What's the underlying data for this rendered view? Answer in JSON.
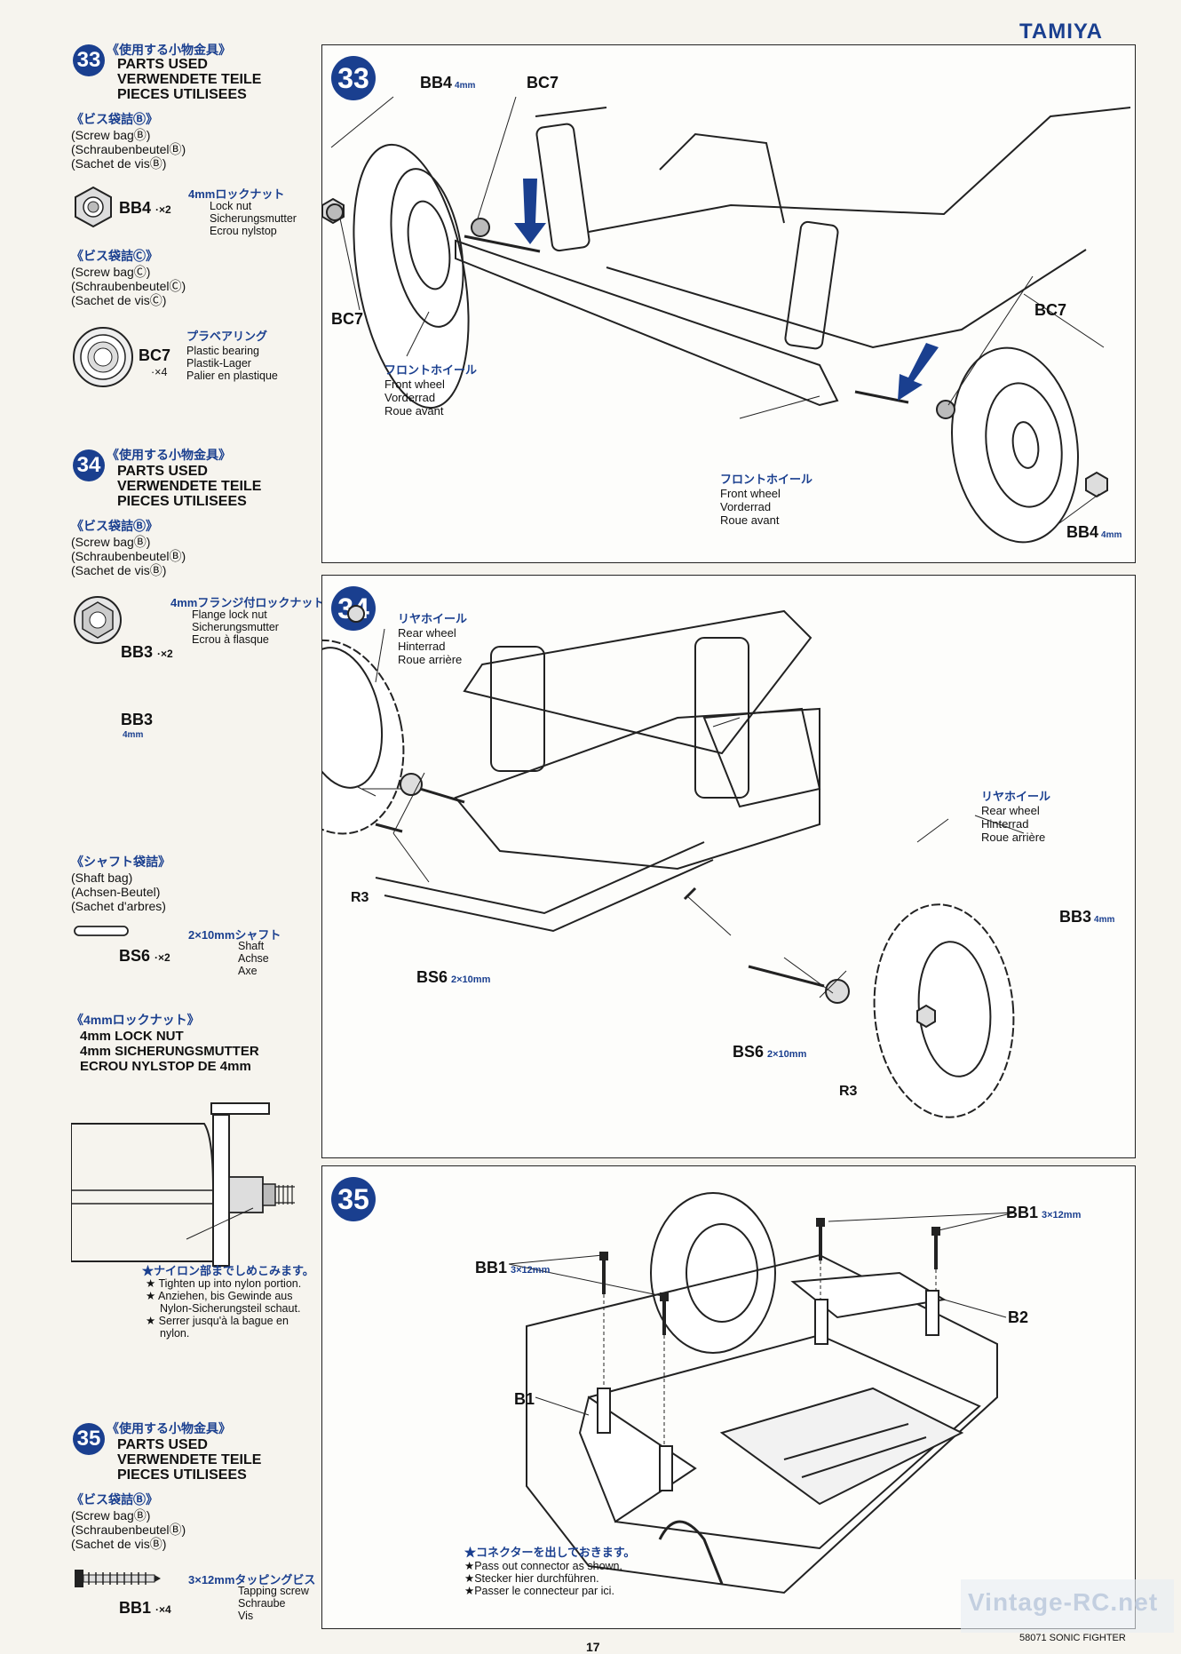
{
  "brand": "TAMIYA",
  "footer": {
    "model": "58071 SONIC FIGHTER",
    "page": "17",
    "watermark": "Vintage-RC.net"
  },
  "steps": [
    {
      "number": "33",
      "title_jp": "《使用する小物金具》",
      "parts_used": [
        "PARTS USED",
        "VERWENDETE TEILE",
        "PIECES UTILISEES"
      ],
      "bags": [
        {
          "bag_jp": "《ビス袋詰Ⓑ》",
          "bag_lines": [
            "(Screw bagⒷ)",
            "(SchraubenbeutelⒷ)",
            "(Sachet de visⒷ)"
          ],
          "part_code": "BB4",
          "qty": "·×2",
          "part_jp": "4mmロックナット",
          "part_lines": [
            "Lock nut",
            "Sicherungsmutter",
            "Ecrou nylstop"
          ]
        },
        {
          "bag_jp": "《ビス袋詰Ⓒ》",
          "bag_lines": [
            "(Screw bagⒸ)",
            "(SchraubenbeutelⒸ)",
            "(Sachet de visⒸ)"
          ],
          "part_code": "BC7",
          "qty": "·×4",
          "part_jp": "プラベアリング",
          "part_lines": [
            "Plastic bearing",
            "Plastik-Lager",
            "Palier en plastique"
          ]
        }
      ]
    },
    {
      "number": "34",
      "title_jp": "《使用する小物金具》",
      "parts_used": [
        "PARTS USED",
        "VERWENDETE TEILE",
        "PIECES UTILISEES"
      ],
      "bags": [
        {
          "bag_jp": "《ビス袋詰Ⓑ》",
          "bag_lines": [
            "(Screw bagⒷ)",
            "(SchraubenbeutelⒷ)",
            "(Sachet de visⒷ)"
          ],
          "part_code": "BB3",
          "qty": "·×2",
          "part_jp": "4mmフランジ付ロックナット",
          "part_lines": [
            "Flange lock nut",
            "Sicherungsmutter",
            "Ecrou à flasque"
          ]
        },
        {
          "bag_jp": "《シャフト袋詰》",
          "bag_lines": [
            "(Shaft bag)",
            "(Achsen-Beutel)",
            "(Sachet d'arbres)"
          ],
          "part_code": "BS6",
          "qty": "·×2",
          "part_jp": "2×10mmシャフト",
          "part_lines": [
            "Shaft",
            "Achse",
            "Axe"
          ]
        }
      ]
    },
    {
      "number": "35",
      "title_jp": "《使用する小物金具》",
      "parts_used": [
        "PARTS USED",
        "VERWENDETE TEILE",
        "PIECES UTILISEES"
      ],
      "bags": [
        {
          "bag_jp": "《ビス袋詰Ⓑ》",
          "bag_lines": [
            "(Screw bagⒷ)",
            "(SchraubenbeutelⒷ)",
            "(Sachet de visⒷ)"
          ],
          "part_code": "BB1",
          "qty": "·×4",
          "part_jp": "3×12mmタッピングビス",
          "part_lines": [
            "Tapping screw",
            "Schraube",
            "Vis"
          ]
        }
      ]
    }
  ],
  "locknut_note": {
    "title_jp": "《4mmロックナット》",
    "lines": [
      "4mm LOCK NUT",
      "4mm SICHERUNGSMUTTER",
      "ECROU NYLSTOP DE 4mm"
    ],
    "tip_jp": "★ナイロン部までしめこみます。",
    "tips": [
      "★ Tighten up into nylon portion.",
      "★ Anziehen, bis Gewinde aus",
      "Nylon-Sicherungsteil schaut.",
      "★ Serrer jusqu'à la bague en",
      "nylon."
    ]
  },
  "diagram33": {
    "labels": [
      "BB4",
      "4mm",
      "BC7",
      "BC7",
      "BC7",
      "BB4",
      "4mm"
    ],
    "front_wheel_jp": "フロントホイール",
    "front_wheel": [
      "Front wheel",
      "Vorderrad",
      "Roue avant"
    ]
  },
  "diagram34": {
    "rear_wheel_jp": "リヤホイール",
    "rear_wheel": [
      "Rear wheel",
      "Hinterrad",
      "Roue arrière"
    ],
    "labels": [
      "BB3",
      "4mm",
      "R3",
      "BS6",
      "2×10mm",
      "BS6",
      "2×10mm",
      "R3"
    ]
  },
  "diagram35": {
    "labels": [
      "BB1",
      "3×12mm",
      "BB1",
      "3×12mm",
      "B1",
      "B2"
    ],
    "note_jp": "★コネクターを出しておきます。",
    "notes": [
      "★Pass out connector as shown.",
      "★Stecker hier durchführen.",
      "★Passer le connecteur par ici."
    ]
  }
}
